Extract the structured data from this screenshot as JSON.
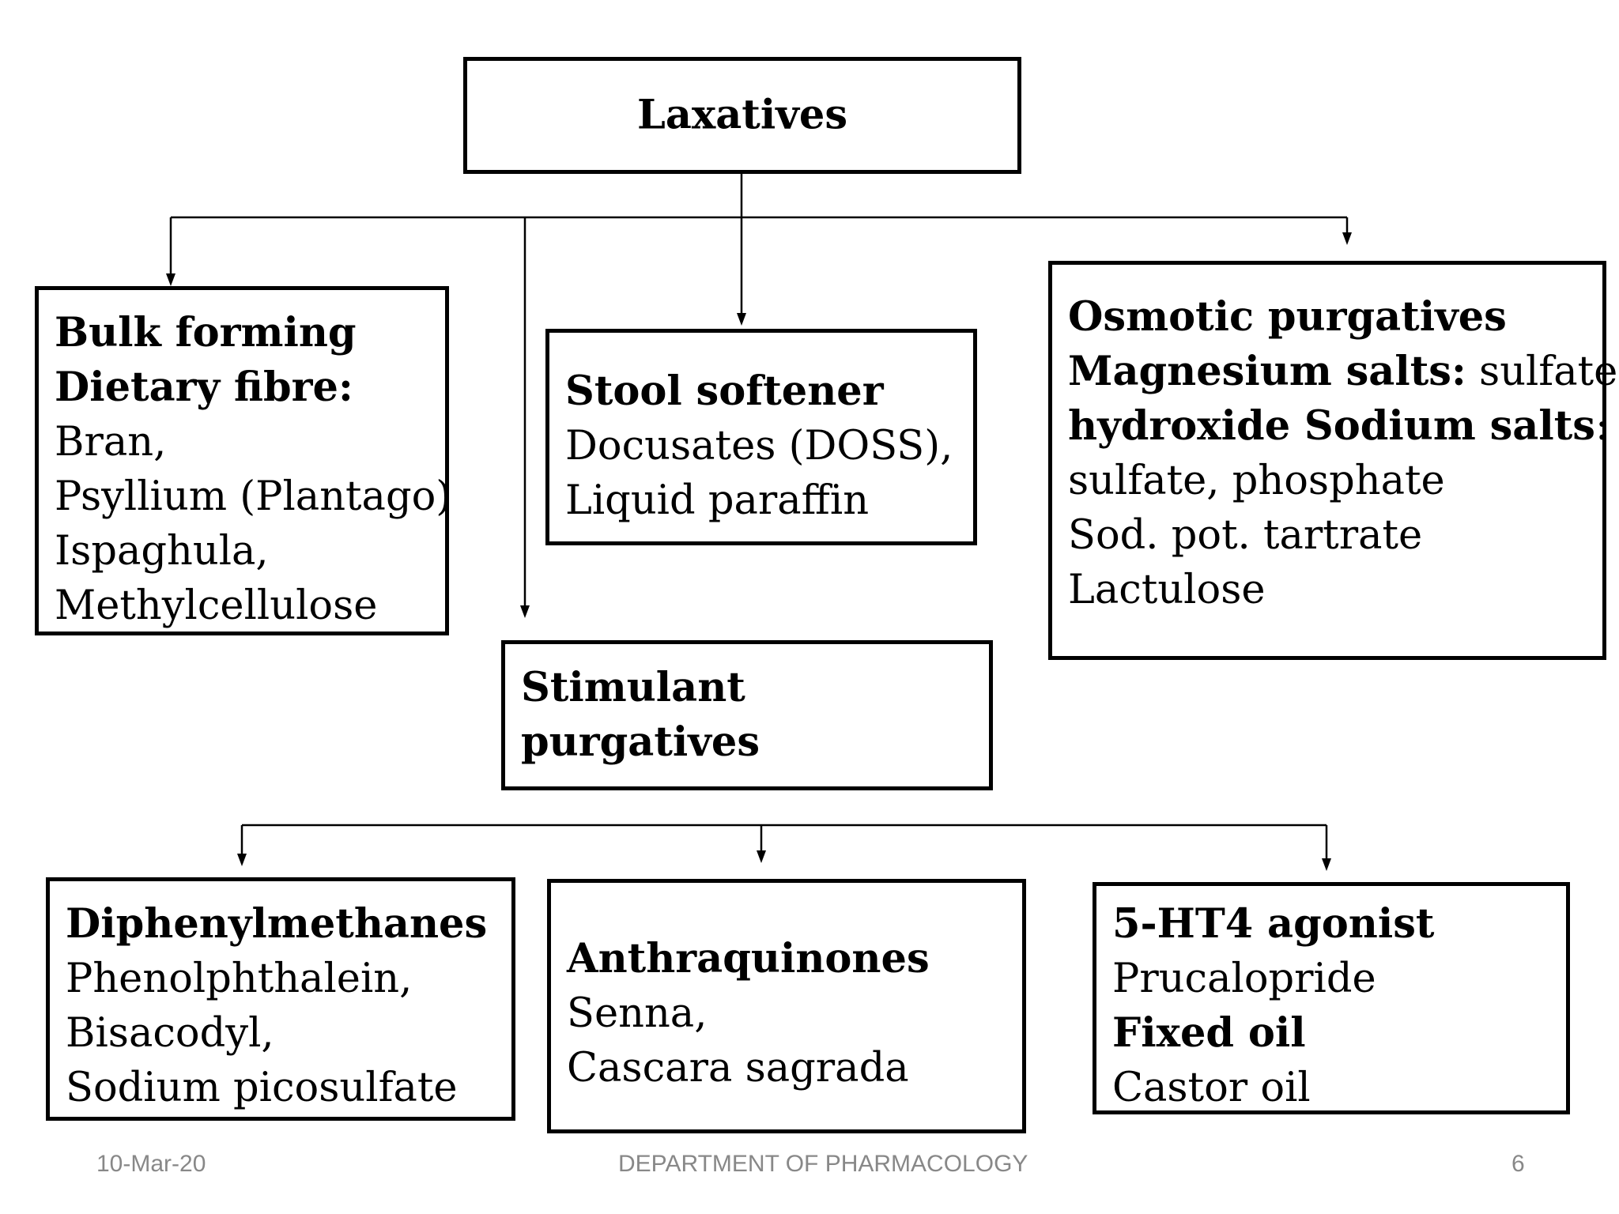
{
  "root": {
    "label": "Laxatives"
  },
  "bulk": {
    "heading1": "Bulk forming",
    "heading2": "Dietary fibre:",
    "items": [
      "Bran,",
      "Psyllium (Plantago)",
      "Ispaghula,",
      "Methylcellulose"
    ]
  },
  "softener": {
    "heading": "Stool softener",
    "items": [
      "Docusates (DOSS),",
      "Liquid paraffin"
    ]
  },
  "osmotic": {
    "heading": "Osmotic purgatives",
    "mag_label": "Magnesium salts:",
    "mag_value": " sulfate,",
    "hyd_label": "hydroxide Sodium salts",
    "hyd_colon": ":",
    "items": [
      "sulfate, phosphate",
      "Sod. pot. tartrate",
      "Lactulose"
    ]
  },
  "stimulant": {
    "label": "Stimulant purgatives"
  },
  "diphenyl": {
    "heading": "Diphenylmethanes",
    "items": [
      "Phenolphthalein,",
      "Bisacodyl,",
      "Sodium picosulfate"
    ]
  },
  "anthra": {
    "heading": "Anthraquinones",
    "items": [
      "Senna,",
      "Cascara sagrada"
    ]
  },
  "agonist": {
    "heading": "5-HT4 agonist",
    "item": "Prucalopride",
    "heading2": "Fixed oil",
    "item2": "Castor oil"
  },
  "footer": {
    "date": "10-Mar-20",
    "department": "DEPARTMENT OF PHARMACOLOGY",
    "page": "6"
  }
}
